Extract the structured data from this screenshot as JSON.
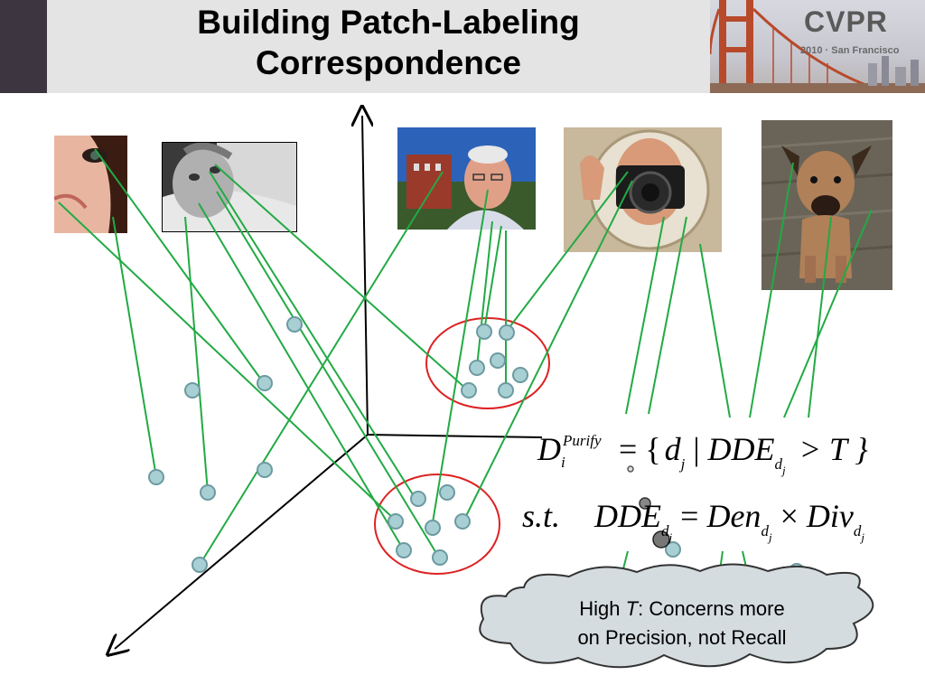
{
  "slide": {
    "title_line1": "Building Patch-Labeling",
    "title_line2": "Correspondence"
  },
  "logo": {
    "name": "CVPR",
    "subtitle": "2010 · San Francisco",
    "icon": "golden-gate-bridge-icon"
  },
  "photos": [
    {
      "name": "photo-girl-eye",
      "icon": "face-photo-icon"
    },
    {
      "name": "photo-child-bed",
      "icon": "face-photo-icon"
    },
    {
      "name": "photo-smiling-man",
      "icon": "face-photo-icon"
    },
    {
      "name": "photo-camera-reflection",
      "icon": "camera-photo-icon"
    },
    {
      "name": "photo-puppy",
      "icon": "dog-photo-icon"
    }
  ],
  "formula": {
    "line1": {
      "lhs": "D",
      "lhs_sup": "Purify",
      "lhs_sub": "i",
      "eq": "= {",
      "d": "d",
      "d_sub": "j",
      "bar": " | ",
      "dde": "DDE",
      "dde_sub": "d",
      "dde_subsub": "j",
      "gt": " > T }"
    },
    "line2": {
      "st": "s.t.",
      "dde": "DDE",
      "dde_sub": "d",
      "dde_subsub": "j",
      "eq": " = ",
      "den": "Den",
      "den_sub": "d",
      "den_subsub": "j",
      "times": " × ",
      "div": "Div",
      "div_sub": "d",
      "div_subsub": "j"
    }
  },
  "callout": {
    "line1_prefix": "High ",
    "line1_var": "T",
    "line1_suffix": ": Concerns more",
    "line2": "on Precision, not Recall"
  },
  "colors": {
    "link_line": "#22aa44",
    "point_fill": "#a8d0d4",
    "point_stroke": "#6c9aa0",
    "cluster_circle": "#dd2222",
    "axis": "#000000",
    "title_bar": "#e4e4e4",
    "accent": "#3d3540"
  }
}
